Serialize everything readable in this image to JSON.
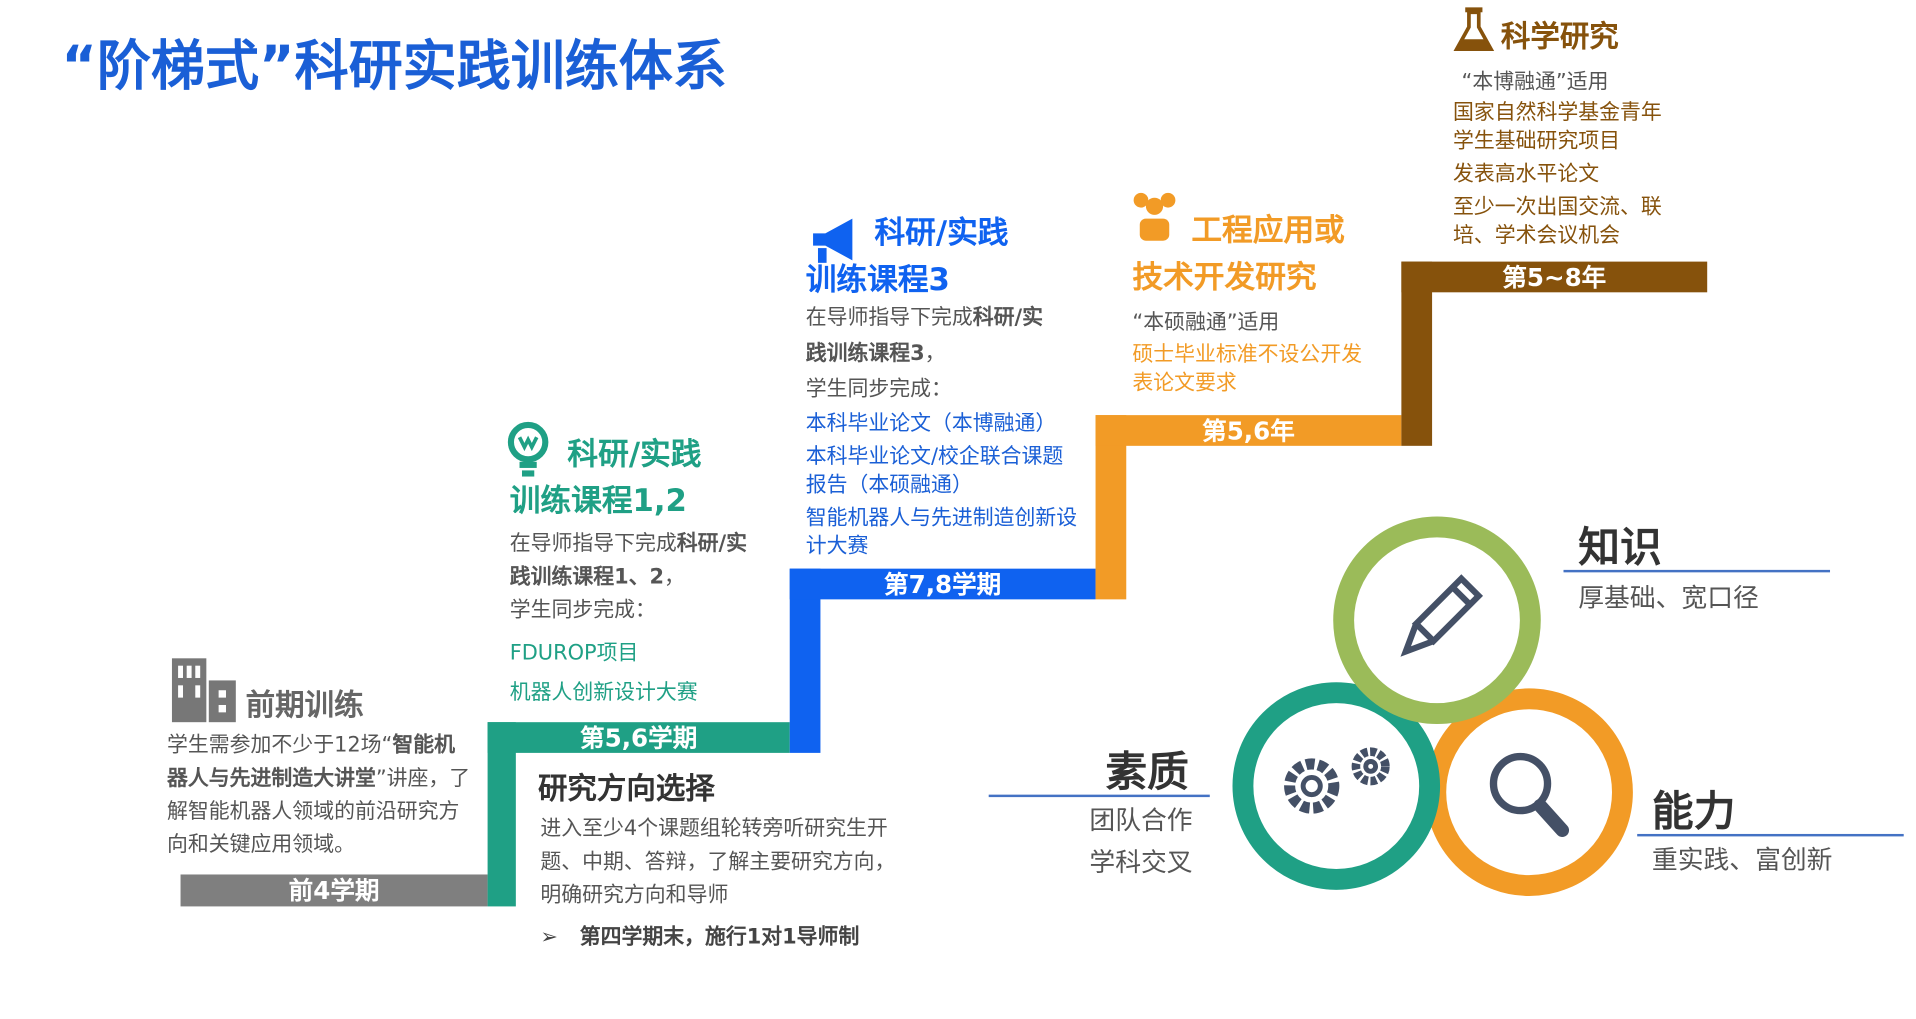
{
  "title": "“阶梯式”科研实践训练体系",
  "colors": {
    "title": "#1a5fd6",
    "gray": "#7f7f7f",
    "green": "#1fa085",
    "blue": "#0f62f0",
    "orange": "#f29b26",
    "brown": "#86520c",
    "lime": "#9bbb59",
    "line": "#4472c4"
  },
  "stages": {
    "pre": {
      "icon": "building-icon",
      "heading": "前期训练",
      "text_a": "学生需参加不少于12场“",
      "text_b": "智能机器人与先进制造大讲堂",
      "text_c": "”讲座，了解智能机器人领域的前沿研究方向和关键应用领域。",
      "period": "前4学期"
    },
    "course12": {
      "icon": "lightbulb-icon",
      "heading1": "科研/实践",
      "heading2": "训练课程1,2",
      "text_a": "在导师指导下完成",
      "text_b": "科研/实践训练课程1、2",
      "text_c": "，",
      "text_d": "学生同步完成：",
      "items": [
        "FDUROP项目",
        "机器人创新设计大赛"
      ],
      "period": "第5,6学期"
    },
    "direction": {
      "heading": "研究方向选择",
      "text": "进入至少4个课题组轮转旁听研究生开题、中期、答辩，了解主要研究方向，明确研究方向和导师",
      "bullet": "第四学期末，施行1对1导师制"
    },
    "course3": {
      "icon": "megaphone-icon",
      "heading1": "科研/实践",
      "heading2": "训练课程3",
      "text_a": "在导师指导下完成",
      "text_b": "科研/实践训练课程3",
      "text_c": "，",
      "text_d": "学生同步完成：",
      "items": [
        "本科毕业论文（本博融通）",
        "本科毕业论文/校企联合课题报告（本硕融通）",
        "智能机器人与先进制造创新设计大赛"
      ],
      "period": "第7,8学期"
    },
    "engineering": {
      "icon": "people-icon",
      "heading1": "工程应用或",
      "heading2": "技术开发研究",
      "applies": "“本硕融通”适用",
      "note": "硕士毕业标准不设公开发表论文要求",
      "period": "第5,6年"
    },
    "science": {
      "icon": "flask-icon",
      "heading": "科学研究",
      "applies": "“本博融通”适用",
      "items": [
        "国家自然科学基金青年学生基础研究项目",
        "发表高水平论文",
        "至少一次出国交流、联培、学术会议机会"
      ],
      "period": "第5~8年"
    }
  },
  "pillars": {
    "knowledge": {
      "title": "知识",
      "desc": "厚基础、宽口径",
      "icon": "pencil-icon"
    },
    "quality": {
      "title": "素质",
      "desc1": "团队合作",
      "desc2": "学科交叉",
      "icon": "gears-icon"
    },
    "ability": {
      "title": "能力",
      "desc": "重实践、富创新",
      "icon": "magnifier-icon"
    }
  }
}
